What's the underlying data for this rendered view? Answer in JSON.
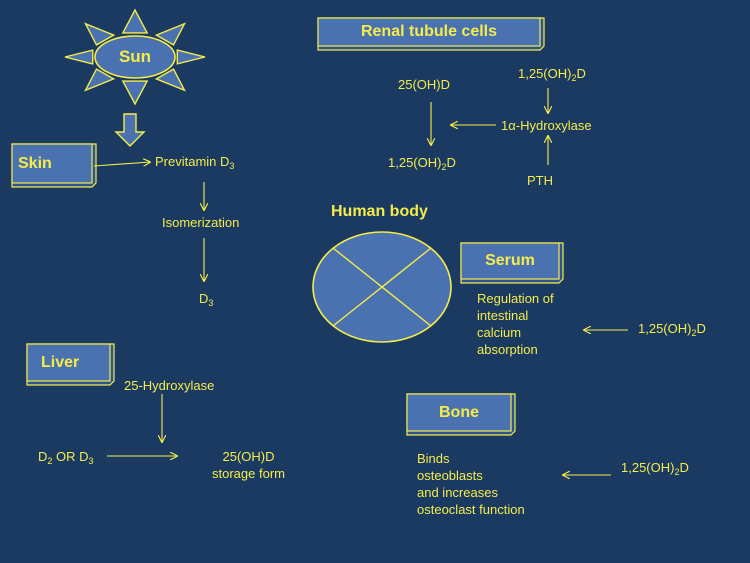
{
  "colors": {
    "background": "#1b3a62",
    "accent": "#f4ec4a",
    "box_fill": "#4a72b0"
  },
  "sun": {
    "label": "Sun"
  },
  "boxes": {
    "renal": "Renal tubule cells",
    "skin": "Skin",
    "liver": "Liver",
    "serum": "Serum",
    "bone": "Bone"
  },
  "renal": {
    "calcidiol": "25(OH)D",
    "calcitriol_top": {
      "pre": "1,25(OH)",
      "sub": "2",
      "post": "D"
    },
    "hydroxylase": "1α-Hydroxylase",
    "calcitriol_product": {
      "pre": "1,25(OH)",
      "sub": "2",
      "post": "D"
    },
    "pth": "PTH"
  },
  "skin": {
    "previtamin": {
      "pre": "Previtamin D",
      "sub": "3"
    },
    "isomerization": "Isomerization",
    "d3": {
      "pre": "D",
      "sub": "3"
    }
  },
  "body": {
    "title": "Human body"
  },
  "serum": {
    "text": [
      "Regulation of",
      "intestinal",
      "calcium",
      "absorption"
    ],
    "input": {
      "pre": "1,25(OH)",
      "sub": "2",
      "post": "D"
    }
  },
  "liver": {
    "enzyme": "25-Hydroxylase",
    "substrate": {
      "pre1": "D",
      "sub1": "2",
      "mid": " OR D",
      "sub2": "3"
    },
    "product": [
      "25(OH)D",
      "storage form"
    ]
  },
  "bone": {
    "text": [
      "Binds",
      "osteoblasts",
      "and increases",
      "osteoclast function"
    ],
    "input": {
      "pre": "1,25(OH)",
      "sub": "2",
      "post": "D"
    }
  }
}
